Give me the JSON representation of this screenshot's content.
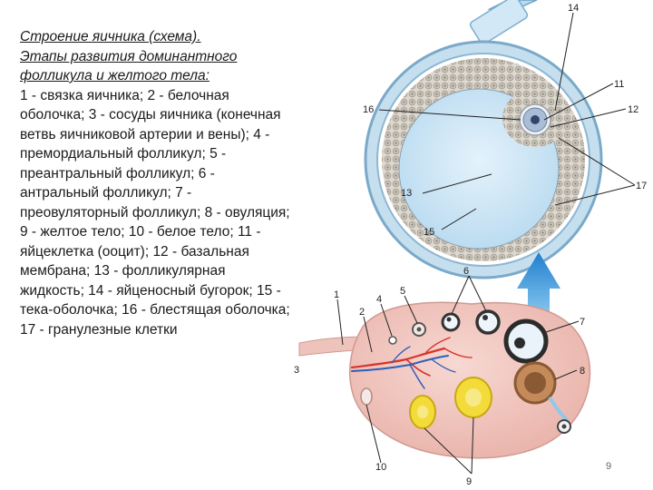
{
  "title_lines": [
    "Строение яичника (схема).",
    "Этапы развития доминантного",
    "фолликула и желтого тела:"
  ],
  "description": "1 - связка яичника; 2 - белочная оболочка; 3 - сосуды яичника (конечная ветвь яичниковой артерии и вены); 4 - премордиальный фолликул; 5 - преантральный фолликул; 6 - антральный фолликул; 7 - преовуляторный фолликул; 8 - овуляция; 9 - желтое тело; 10 - белое тело; 11 - яйцеклетка (ооцит); 12 - базальная мембрана; 13 - фолликулярная жидкость; 14 - яйценосный бугорок; 15 - тека-оболочка; 16 - блестящая оболочка; 17 - гранулезные клетки",
  "labels": {
    "n1": "1",
    "n2": "2",
    "n3": "3",
    "n4": "4",
    "n5": "5",
    "n6": "6",
    "n7": "7",
    "n8": "8",
    "n9": "9",
    "n10": "10",
    "n11": "11",
    "n12": "12",
    "n13": "13",
    "n14": "14",
    "n15": "15",
    "n16": "16",
    "n17": "17"
  },
  "page_number": "9",
  "colors": {
    "ovary": "#f2c7c0",
    "ovary_stroke": "#d89a92",
    "follicle_fluid": "#cfe6f6",
    "lens_ring": "#9fc7e0",
    "arrow": "#2a8fd6",
    "corpus_luteum": "#f3dc3a",
    "vessel_red": "#d8342a",
    "vessel_blue": "#2f5fb8"
  }
}
